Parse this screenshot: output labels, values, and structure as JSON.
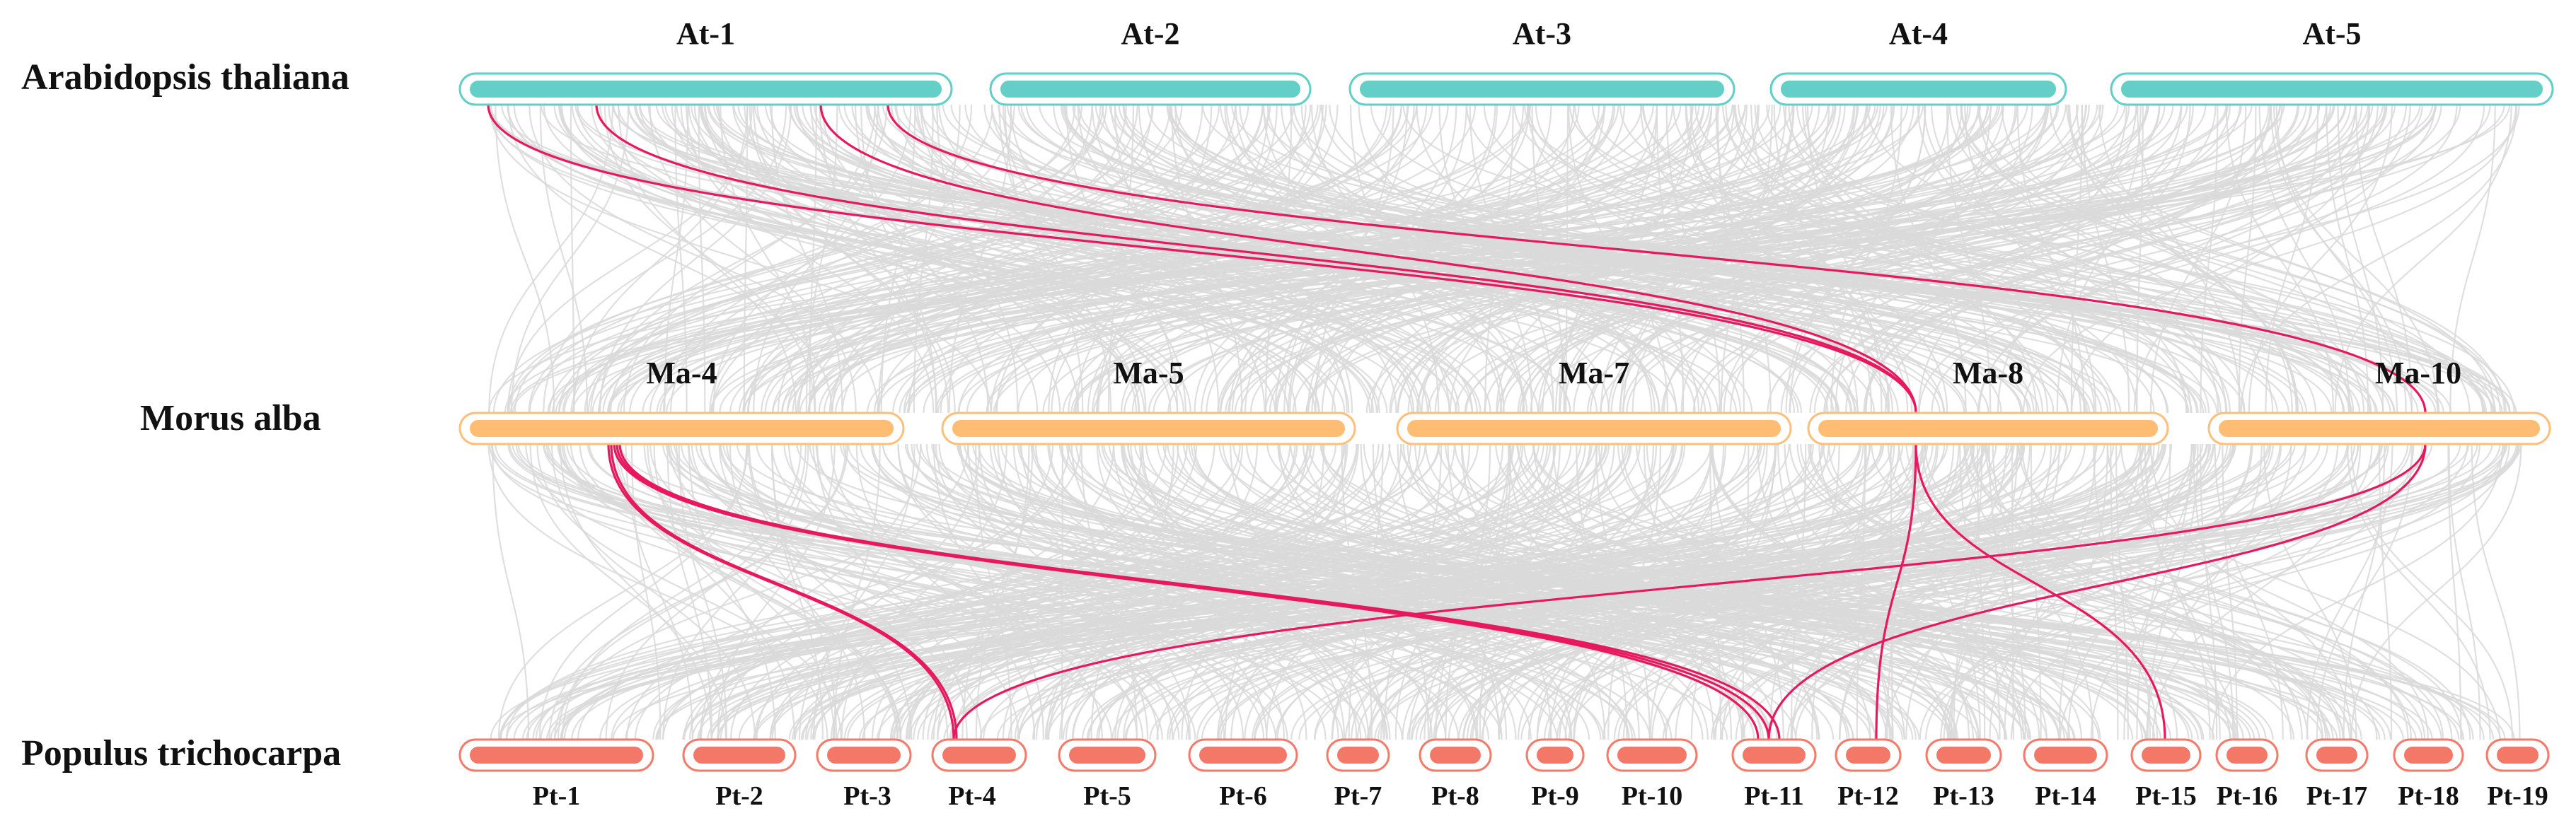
{
  "species": [
    {
      "id": "at",
      "name": "Arabidopsis thaliana",
      "outline_color": "#5fcfc8",
      "fill_color": "#63cfc7"
    },
    {
      "id": "ma",
      "name": "Morus alba",
      "outline_color": "#ffbf78",
      "fill_color": "#ffbd73"
    },
    {
      "id": "pt",
      "name": "Populus trichocarpa",
      "outline_color": "#f47a69",
      "fill_color": "#f37867"
    }
  ],
  "chromosomes": {
    "at": [
      "At-1",
      "At-2",
      "At-3",
      "At-4",
      "At-5"
    ],
    "ma": [
      "Ma-4",
      "Ma-5",
      "Ma-7",
      "Ma-8",
      "Ma-10"
    ],
    "pt": [
      "Pt-1",
      "Pt-2",
      "Pt-3",
      "Pt-4",
      "Pt-5",
      "Pt-6",
      "Pt-7",
      "Pt-8",
      "Pt-9",
      "Pt-10",
      "Pt-11",
      "Pt-12",
      "Pt-13",
      "Pt-14",
      "Pt-15",
      "Pt-16",
      "Pt-17",
      "Pt-18",
      "Pt-19"
    ]
  },
  "highlighted_links": [
    {
      "from": "At-1",
      "to": "Ma-8"
    },
    {
      "from": "At-1",
      "to": "Ma-8"
    },
    {
      "from": "At-1",
      "to": "Ma-8"
    },
    {
      "from": "At-1",
      "to": "Ma-10"
    },
    {
      "from": "Ma-4",
      "to": "Pt-4"
    },
    {
      "from": "Ma-4",
      "to": "Pt-4"
    },
    {
      "from": "Ma-4",
      "to": "Pt-11"
    },
    {
      "from": "Ma-4",
      "to": "Pt-11"
    },
    {
      "from": "Ma-4",
      "to": "Pt-11"
    },
    {
      "from": "Ma-8",
      "to": "Pt-12"
    },
    {
      "from": "Ma-8",
      "to": "Pt-15"
    },
    {
      "from": "Ma-10",
      "to": "Pt-4"
    },
    {
      "from": "Ma-10",
      "to": "Pt-11"
    }
  ],
  "colors": {
    "highlight_link": "#e8185f",
    "background_link": "#d9d9d9"
  }
}
